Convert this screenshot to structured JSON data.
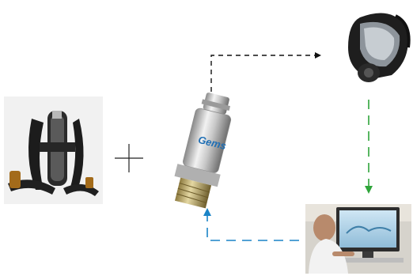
{
  "diagram": {
    "nodes": [
      {
        "id": "scba-harness",
        "label": "",
        "icon": "scba-breathing-apparatus"
      },
      {
        "id": "pressure-sensor",
        "label": "",
        "icon": "pressure-transducer",
        "brand_text": "Gems"
      },
      {
        "id": "face-mask",
        "label": "",
        "icon": "full-face-respirator-mask"
      },
      {
        "id": "monitoring-station",
        "label": "",
        "icon": "engineer-at-computer"
      }
    ],
    "operators": [
      {
        "between": [
          "scba-harness",
          "pressure-sensor"
        ],
        "symbol": "plus"
      }
    ],
    "connections": [
      {
        "from": "pressure-sensor",
        "to": "face-mask",
        "style": "dashed",
        "color": "#111111"
      },
      {
        "from": "face-mask",
        "to": "monitoring-station",
        "style": "dashed",
        "color": "#2fa53a"
      },
      {
        "from": "monitoring-station",
        "to": "pressure-sensor",
        "style": "dashed",
        "color": "#1a84c7"
      }
    ]
  }
}
